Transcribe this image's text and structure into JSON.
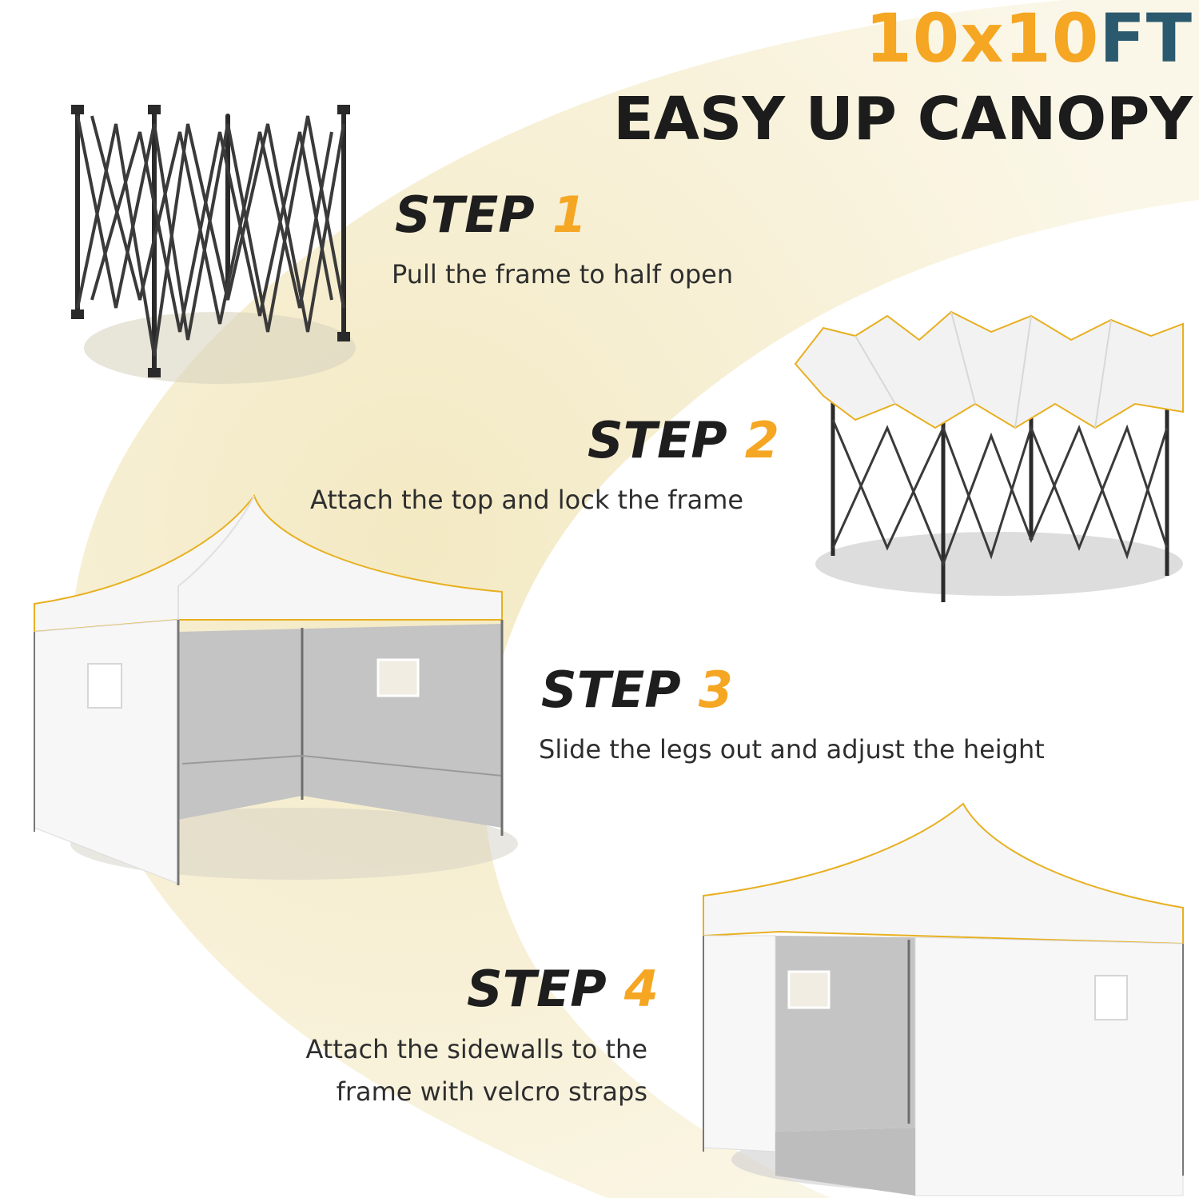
{
  "header": {
    "size": "10x10",
    "unit": "FT",
    "product": "EASY UP CANOPY"
  },
  "steps": [
    {
      "word": "STEP",
      "number": "1",
      "description": "Pull the frame to half open"
    },
    {
      "word": "STEP",
      "number": "2",
      "description": "Attach the top and lock the frame"
    },
    {
      "word": "STEP",
      "number": "3",
      "description": "Slide the legs out and adjust the height"
    },
    {
      "word": "STEP",
      "number": "4",
      "description_line1": "Attach the sidewalls to the",
      "description_line2": "frame with velcro straps"
    }
  ],
  "colors": {
    "accent": "#f5a623",
    "unit_text": "#2b5a6e",
    "heading_text": "#1c1c1c",
    "swoosh": "#f7f1d8",
    "frame": "#2a2a2a",
    "canopy": "#f5f5f5",
    "trim": "#e8b020"
  },
  "images": {
    "step1": "folded-frame-illustration",
    "step2": "frame-with-top-illustration",
    "step3": "canopy-with-three-walls-illustration",
    "step4": "canopy-fully-enclosed-illustration"
  }
}
